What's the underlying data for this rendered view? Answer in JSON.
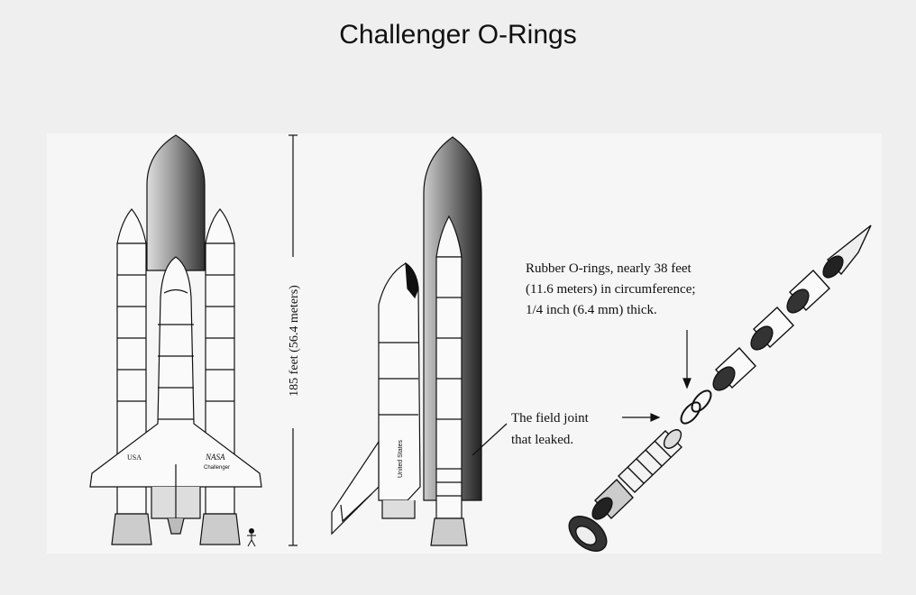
{
  "page": {
    "title": "Challenger O-Rings"
  },
  "diagram": {
    "height_label": "185 feet (56.4 meters)",
    "orbiter_labels": {
      "usa": "USA",
      "nasa": "NASA",
      "name": "Challenger",
      "side_name": "United States"
    },
    "callouts": {
      "orings": [
        "Rubber O-rings, nearly 38 feet",
        "(11.6 meters) in circumference;",
        "1/4 inch (6.4 mm) thick."
      ],
      "field_joint": [
        "The field joint",
        "that leaked."
      ]
    },
    "colors": {
      "ink": "#111111",
      "shade": "#555555",
      "paper": "#f6f6f6"
    }
  }
}
